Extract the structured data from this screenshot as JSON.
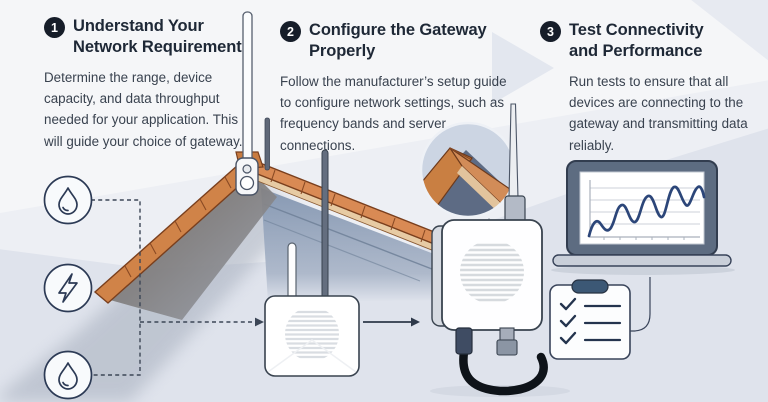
{
  "infographic": {
    "steps": [
      {
        "number": "1",
        "title": "Understand Your Network Requirement",
        "body": "Determine the range, device capacity, and data throughput needed for your application. This will guide your choice of gateway."
      },
      {
        "number": "2",
        "title": "Configure the Gateway Properly",
        "body": "Follow the manufacturer’s setup guide to configure network settings, such as frequency bands and server connections."
      },
      {
        "number": "3",
        "title": "Test Connectivity and Performance",
        "body": "Run tests to ensure that all devices are connecting to the gateway and transmitting data reliably."
      }
    ],
    "icons": [
      "water-drop",
      "lightning-bolt",
      "water-drop"
    ],
    "illustrations": [
      "roof-with-antenna-mast",
      "small-gateway-device",
      "roof-corner-inset",
      "large-gateway-device",
      "laptop-signal-chart",
      "checklist-clipboard"
    ],
    "colors": {
      "badge": "#161d29",
      "heading": "#1e2836",
      "body_text": "#39424f",
      "roof_tile": "#d08348",
      "roof_fascia": "#e7cba4",
      "wall": "#8f9fb7",
      "line_navy": "#2c3a55",
      "chart_line": "#2c4679",
      "background_band": "#dfe3ec"
    }
  }
}
